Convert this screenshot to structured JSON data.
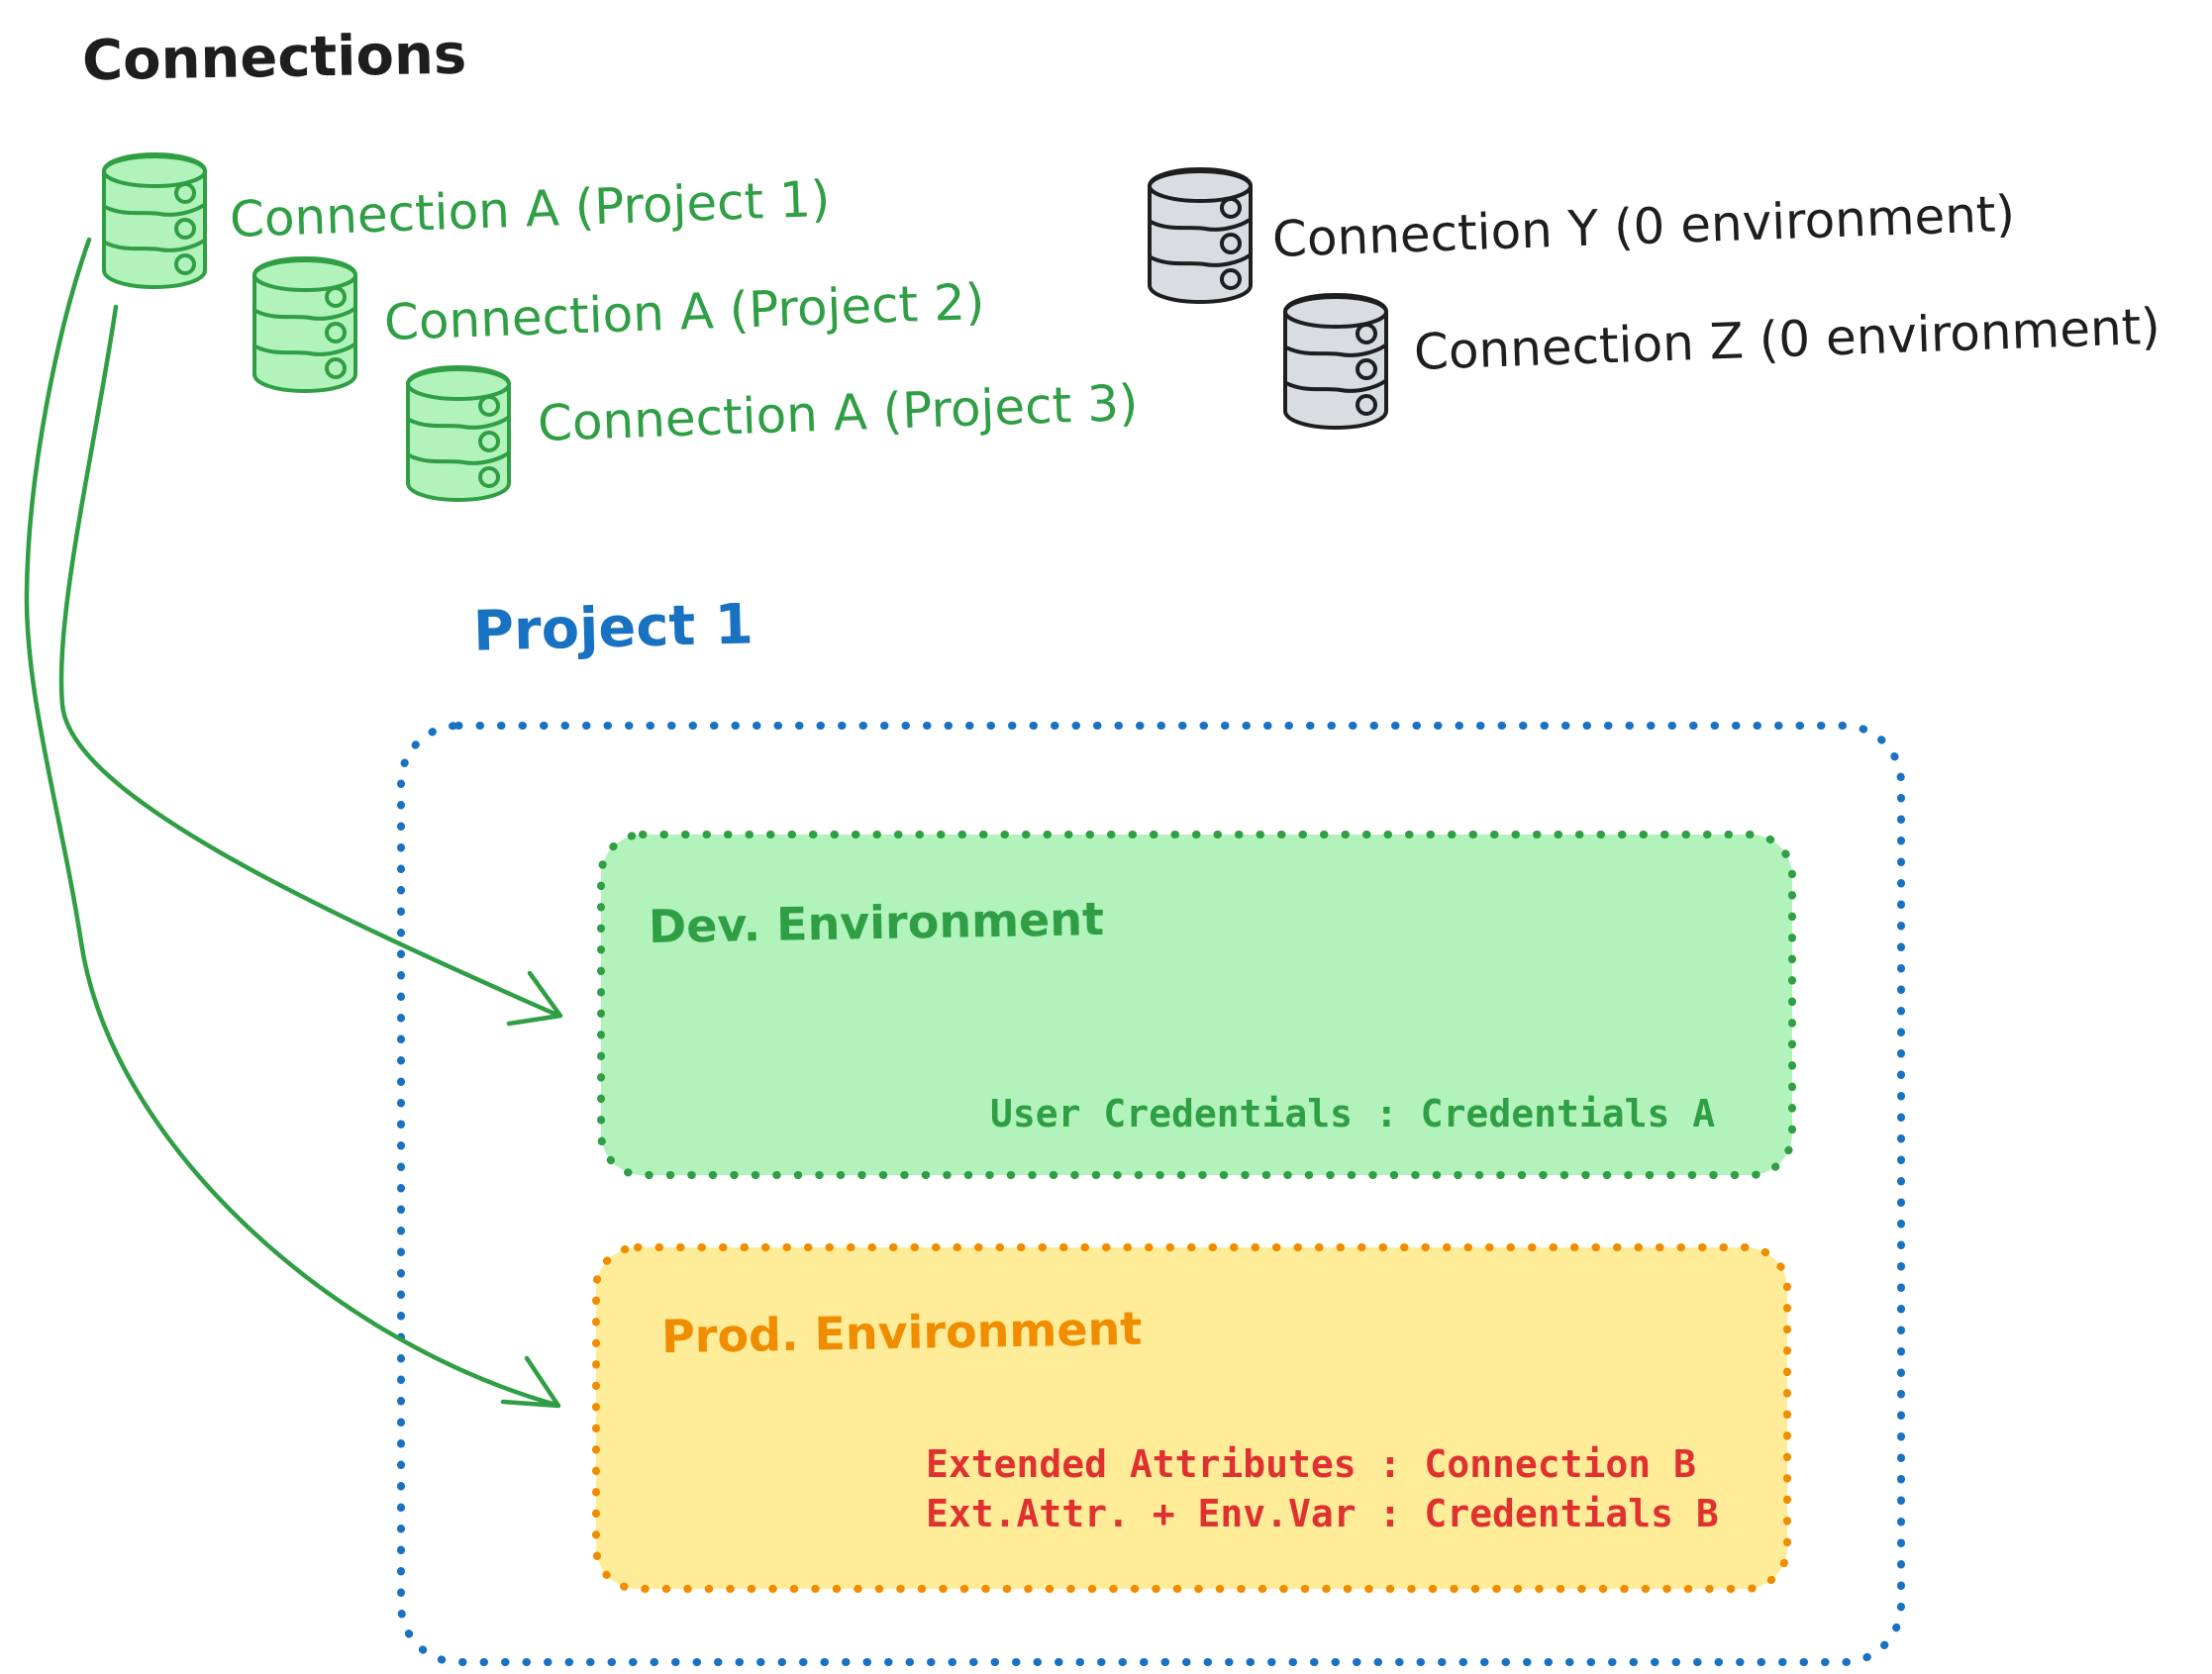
{
  "title": "Connections",
  "colors": {
    "green_stroke": "#2f9e44",
    "green_fill": "#b2f2bb",
    "gray_fill": "#d9dde2",
    "dark": "#1e1e1e",
    "blue": "#1971c2",
    "orange": "#f08c00",
    "yellow_fill": "#ffec99",
    "red": "#e03131"
  },
  "connections_green": [
    {
      "label": "Connection A (Project 1)",
      "icon": "database-icon"
    },
    {
      "label": "Connection A (Project 2)",
      "icon": "database-icon"
    },
    {
      "label": "Connection A (Project 3)",
      "icon": "database-icon"
    }
  ],
  "connections_gray": [
    {
      "label": "Connection Y (0 environment)",
      "icon": "database-icon"
    },
    {
      "label": "Connection Z (0 environment)",
      "icon": "database-icon"
    }
  ],
  "project": {
    "title": "Project 1",
    "dev_environment": {
      "title": "Dev. Environment",
      "credentials": "User Credentials : Credentials A"
    },
    "prod_environment": {
      "title": "Prod. Environment",
      "lines": [
        "Extended Attributes : Connection B",
        "Ext.Attr. + Env.Var : Credentials B"
      ]
    }
  }
}
